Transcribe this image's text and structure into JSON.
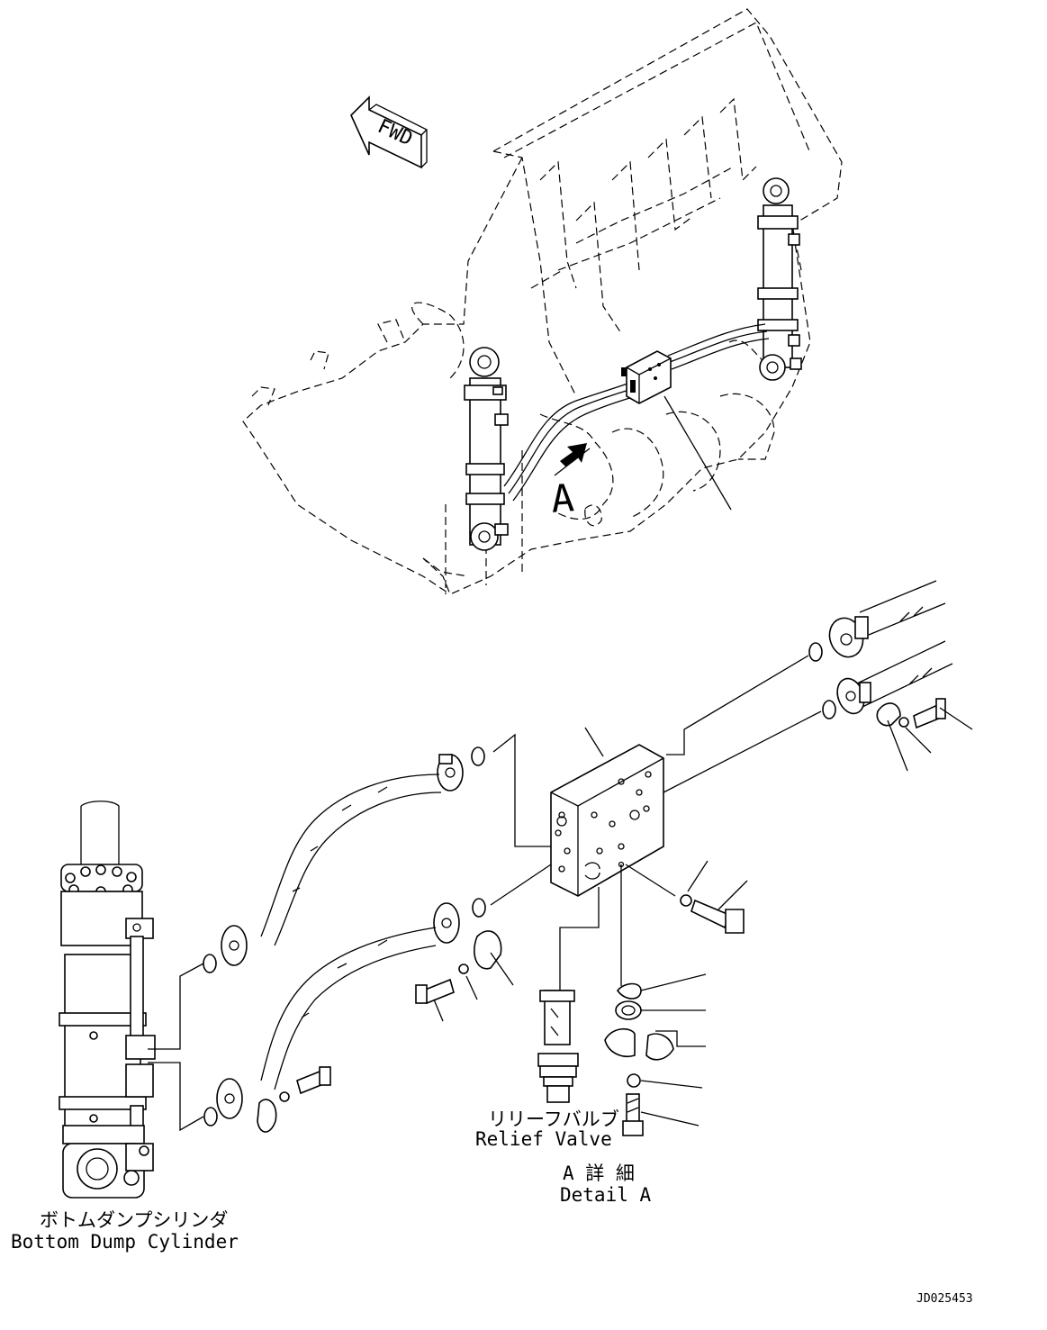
{
  "labels": {
    "fwd": "FWD",
    "view_a": "A",
    "relief_valve_jp": "リリーフバルブ",
    "relief_valve_en": "Relief Valve",
    "detail_a_jp": "A 詳 細",
    "detail_a_en": "Detail A",
    "bottom_dump_cylinder_jp": "ボトムダンプシリンダ",
    "bottom_dump_cylinder_en": "Bottom Dump Cylinder",
    "drawing_number": "JD025453"
  },
  "colors": {
    "line": "#000000",
    "background": "#ffffff"
  }
}
